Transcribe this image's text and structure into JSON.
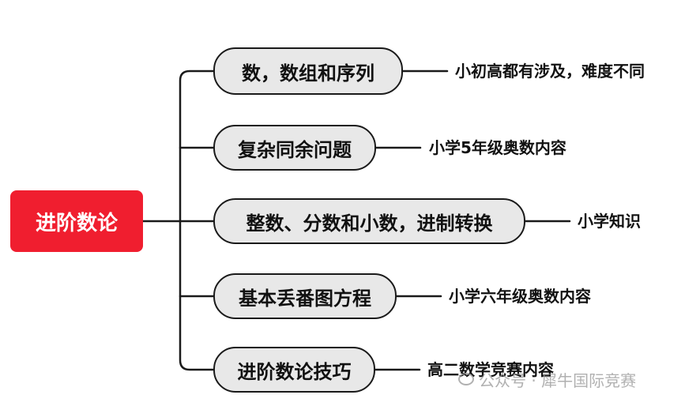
{
  "root": {
    "label": "进阶数论"
  },
  "topics": [
    {
      "label": "数，数组和序列",
      "note": "小初高都有涉及，难度不同"
    },
    {
      "label": "复杂同余问题",
      "note": "小学5年级奥数内容"
    },
    {
      "label": "整数、分数和小数，进制转换",
      "note": "小学知识"
    },
    {
      "label": "基本丢番图方程",
      "note": "小学六年级奥数内容"
    },
    {
      "label": "进阶数论技巧",
      "note": "高二数学竞赛内容"
    }
  ],
  "watermark": {
    "text": "公众号 · 犀牛国际竞赛",
    "icon": "wechat-icon"
  },
  "colors": {
    "root_bg": "#f01e2f",
    "topic_bg": "#e8e8e8",
    "line": "#1a1a1a"
  }
}
